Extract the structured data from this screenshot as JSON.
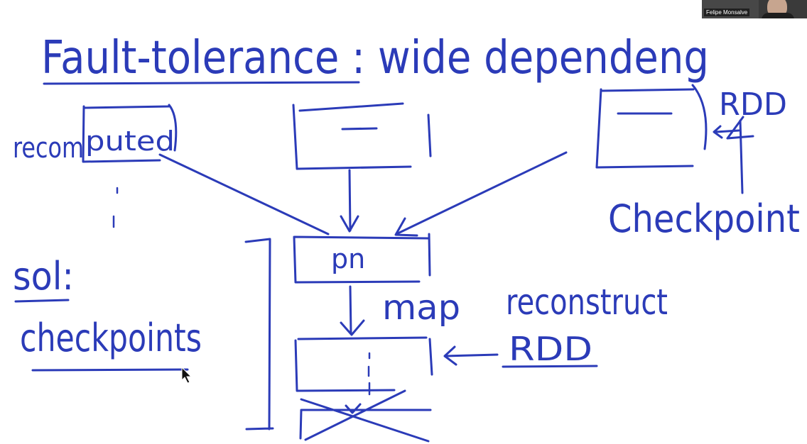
{
  "whiteboard": {
    "title": "Fault-tolerance : wide dependeng",
    "label_recomputed_prefix": "recom",
    "label_recomputed_boxed": "puted",
    "label_rdd_top": "RDD",
    "label_checkpoint": "Checkpoint",
    "node_label": "pn",
    "label_map": "map",
    "label_reconstruct": "reconstruct",
    "label_rdd_bottom": "RDD",
    "sol_label": "sol:",
    "sol_text": "checkpoints",
    "ink_color": "#2b3bb8"
  },
  "video": {
    "participant_name": "Felipe Monsalve"
  }
}
